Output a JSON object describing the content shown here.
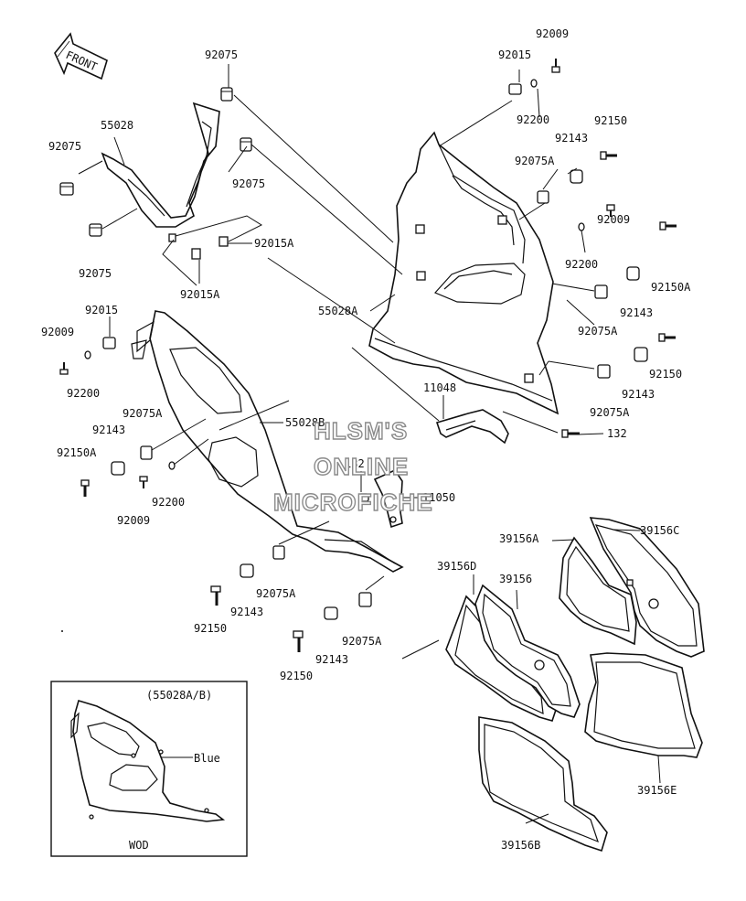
{
  "front_label": "FRONT",
  "part_labels": [
    {
      "id": "p01",
      "text": "92009"
    },
    {
      "id": "p02",
      "text": "92015"
    },
    {
      "id": "p03",
      "text": "92075"
    },
    {
      "id": "p04",
      "text": "92200"
    },
    {
      "id": "p05",
      "text": "92150"
    },
    {
      "id": "p06",
      "text": "55028"
    },
    {
      "id": "p07",
      "text": "92143"
    },
    {
      "id": "p08",
      "text": "92075"
    },
    {
      "id": "p09",
      "text": "92075"
    },
    {
      "id": "p10",
      "text": "92075A"
    },
    {
      "id": "p11",
      "text": "92009"
    },
    {
      "id": "p12",
      "text": "92075"
    },
    {
      "id": "p13",
      "text": "92015A"
    },
    {
      "id": "p14",
      "text": "92200"
    },
    {
      "id": "p15",
      "text": "92150A"
    },
    {
      "id": "p16",
      "text": "92015A"
    },
    {
      "id": "p17",
      "text": "92143"
    },
    {
      "id": "p18",
      "text": "55028A"
    },
    {
      "id": "p19",
      "text": "92075A"
    },
    {
      "id": "p20",
      "text": "92015"
    },
    {
      "id": "p21",
      "text": "92009"
    },
    {
      "id": "p22",
      "text": "92150"
    },
    {
      "id": "p23",
      "text": "92143"
    },
    {
      "id": "p24",
      "text": "92200"
    },
    {
      "id": "p25",
      "text": "11048"
    },
    {
      "id": "p26",
      "text": "92075A"
    },
    {
      "id": "p27",
      "text": "92075A"
    },
    {
      "id": "p28",
      "text": "55028B"
    },
    {
      "id": "p29",
      "text": "92143"
    },
    {
      "id": "p30",
      "text": "132"
    },
    {
      "id": "p31",
      "text": "92150A"
    },
    {
      "id": "p32",
      "text": "132"
    },
    {
      "id": "p33",
      "text": "92200"
    },
    {
      "id": "p34",
      "text": "92009"
    },
    {
      "id": "p35",
      "text": "11050"
    },
    {
      "id": "p36",
      "text": "39156A"
    },
    {
      "id": "p37",
      "text": "39156C"
    },
    {
      "id": "p38",
      "text": "39156D"
    },
    {
      "id": "p39",
      "text": "39156"
    },
    {
      "id": "p40",
      "text": "92075A"
    },
    {
      "id": "p41",
      "text": "92143"
    },
    {
      "id": "p42",
      "text": "92150"
    },
    {
      "id": "p43",
      "text": "92075A"
    },
    {
      "id": "p44",
      "text": "92143"
    },
    {
      "id": "p45",
      "text": "92150"
    },
    {
      "id": "p46",
      "text": "39156E"
    },
    {
      "id": "p47",
      "text": "39156B"
    }
  ],
  "watermark": [
    "HLSM'S",
    "ONLINE",
    "MICROFICHE"
  ],
  "inset": {
    "title": "(55028A/B)",
    "color_label": "Blue",
    "model_code": "WOD"
  }
}
